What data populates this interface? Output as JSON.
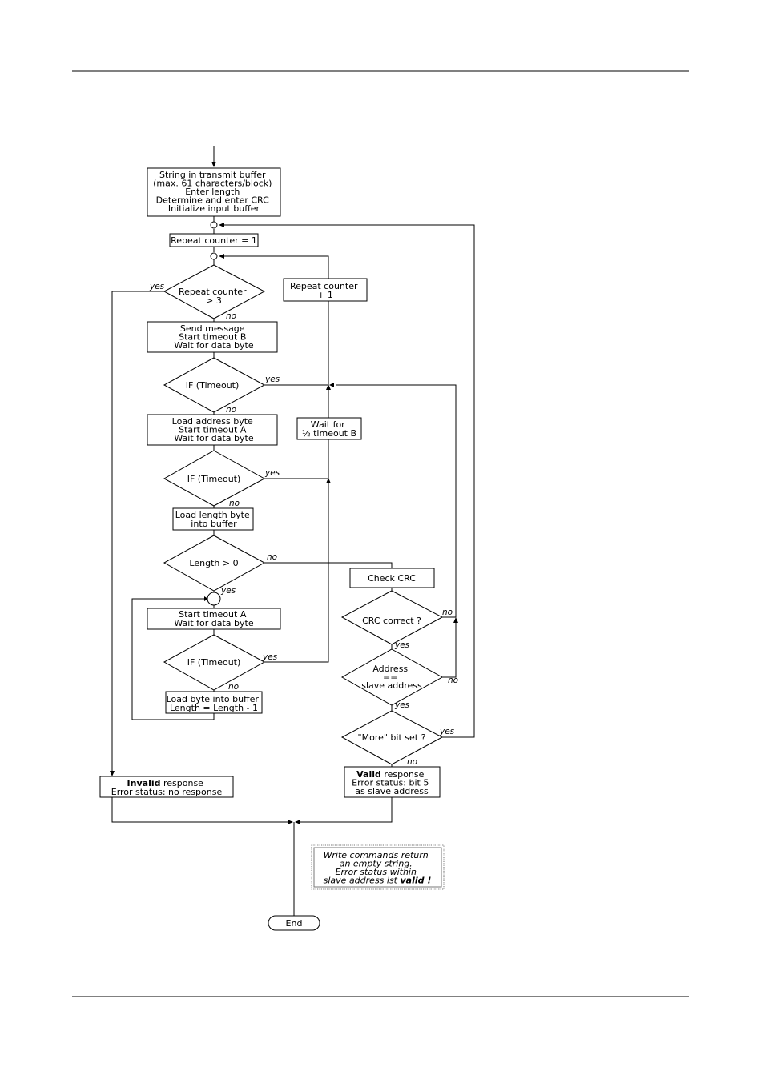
{
  "flowchart": {
    "start_box": [
      "String in transmit buffer",
      "(max. 61 characters/block)",
      "Enter length",
      "Determine and enter CRC",
      "Initialize input buffer"
    ],
    "repeat_init": [
      "Repeat counter = 1"
    ],
    "repeat_check": [
      "Repeat counter",
      "> 3"
    ],
    "repeat_increment": [
      "Repeat counter",
      "+ 1"
    ],
    "send_box": [
      "Send message",
      "Start timeout B",
      "Wait for data byte"
    ],
    "timeout_check_1": [
      "IF (Timeout)"
    ],
    "load_address_box": [
      "Load address byte",
      "Start timeout A",
      "Wait for data byte"
    ],
    "wait_half_box": [
      "Wait for",
      "½ timeout B"
    ],
    "timeout_check_2": [
      "IF (Timeout)"
    ],
    "load_length_box": [
      "Load length byte",
      "into buffer"
    ],
    "length_check": [
      "Length > 0"
    ],
    "check_crc_box": [
      "Check CRC"
    ],
    "start_timeout_a_box": [
      "Start timeout A",
      "Wait for data byte"
    ],
    "crc_check": [
      "CRC correct ?"
    ],
    "timeout_check_3": [
      "IF (Timeout)"
    ],
    "address_check": [
      "Address",
      "==",
      "slave address"
    ],
    "load_byte_box": [
      "Load byte into buffer",
      "Length = Length - 1"
    ],
    "more_bit_check": [
      "\"More\" bit set ?"
    ],
    "invalid_box": {
      "bold": "Invalid",
      "rest": " response",
      "line2": "Error status: no response"
    },
    "valid_box": {
      "bold": "Valid",
      "rest": " response",
      "line2": "Error status: bit 5",
      "line3": "as slave address"
    },
    "note": {
      "line1": "Write commands return",
      "line2": "an empty string.",
      "line3": "Error status within",
      "line4_prefix": "slave address ist ",
      "line4_bold": "valid !"
    },
    "end_label": "End",
    "labels": {
      "yes": "yes",
      "no": "no"
    }
  }
}
